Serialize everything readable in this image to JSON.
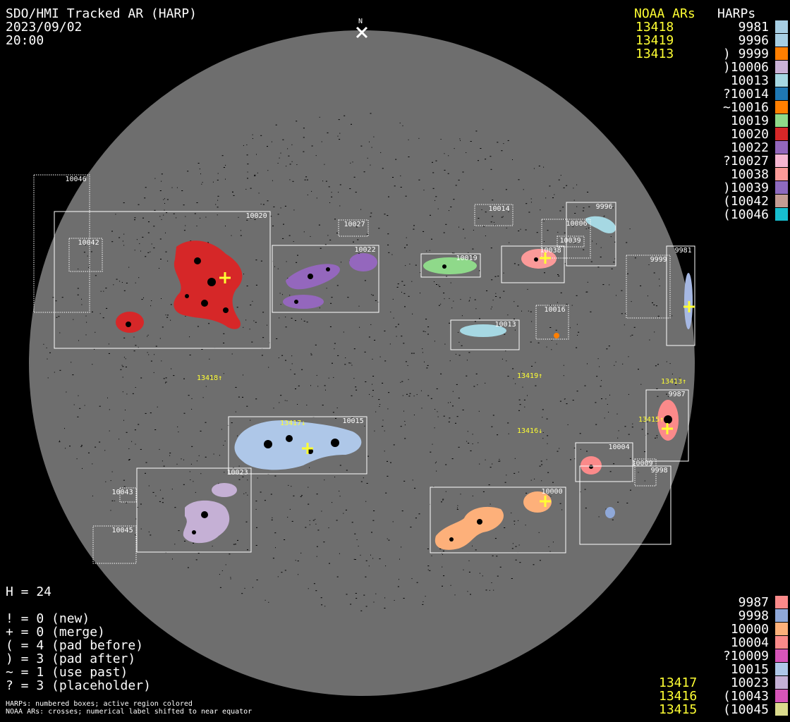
{
  "header": {
    "title": "SDO/HMI Tracked AR (HARP)",
    "date": "2023/09/02",
    "time": "20:00",
    "north_label": "N"
  },
  "legend_top": {
    "noaa_title": "NOAA ARs",
    "harps_title": "HARPs",
    "noaa": [
      "13418",
      "13419",
      "13413"
    ],
    "harps": [
      {
        "label": "9981",
        "color": "#a6cee3"
      },
      {
        "label": "9996",
        "color": "#a6cee3"
      },
      {
        "label": ") 9999",
        "color": "#ff7f00"
      },
      {
        "label": ")10006",
        "color": "#cab2d6"
      },
      {
        "label": "10013",
        "color": "#a6d8e3"
      },
      {
        "label": "?10014",
        "color": "#1f78b4"
      },
      {
        "label": "~10016",
        "color": "#ff7f00"
      },
      {
        "label": "10019",
        "color": "#8fd98a"
      },
      {
        "label": "10020",
        "color": "#d62728"
      },
      {
        "label": "10022",
        "color": "#9467bd"
      },
      {
        "label": "?10027",
        "color": "#f7b6d2"
      },
      {
        "label": "10038",
        "color": "#fb9a99"
      },
      {
        "label": ")10039",
        "color": "#8e6abf"
      },
      {
        "label": "(10042",
        "color": "#c49c94"
      },
      {
        "label": "(10046",
        "color": "#17becf"
      }
    ]
  },
  "legend_bottom": {
    "noaa": [
      "13417",
      "13416",
      "13415"
    ],
    "harps": [
      {
        "label": "9987",
        "color": "#fb8a8a"
      },
      {
        "label": "9998",
        "color": "#8fa8d8"
      },
      {
        "label": "10000",
        "color": "#fdb07a"
      },
      {
        "label": "10004",
        "color": "#fb8a8a"
      },
      {
        "label": "?10009",
        "color": "#d655b8"
      },
      {
        "label": "10015",
        "color": "#aec7e8"
      },
      {
        "label": "10023",
        "color": "#c5b0d5"
      },
      {
        "label": "(10043",
        "color": "#d655b8"
      },
      {
        "label": "(10045",
        "color": "#dbdb8d"
      }
    ]
  },
  "stats": {
    "h_count": "H = 24",
    "lines": [
      "! = 0 (new)",
      "+ = 0 (merge)",
      "( = 4 (pad before)",
      ") = 3 (pad after)",
      "~ = 1 (use past)",
      "? = 3 (placeholder)"
    ]
  },
  "footnote": [
    "HARPs: numbered boxes; active region colored",
    "NOAA ARs: crosses; numerical label shifted to near equator"
  ],
  "disk": {
    "harp_boxes": [
      {
        "label": "10046",
        "dotted": true
      },
      {
        "label": "10020",
        "dotted": false
      },
      {
        "label": "10042",
        "dotted": true
      },
      {
        "label": "10027",
        "dotted": true
      },
      {
        "label": "10022",
        "dotted": false
      },
      {
        "label": "10014",
        "dotted": true
      },
      {
        "label": "10019",
        "dotted": false
      },
      {
        "label": "10038",
        "dotted": false
      },
      {
        "label": "10006",
        "dotted": true
      },
      {
        "label": "10039",
        "dotted": true
      },
      {
        "label": "9996",
        "dotted": false
      },
      {
        "label": "9999",
        "dotted": true
      },
      {
        "label": "9981",
        "dotted": false
      },
      {
        "label": "10016",
        "dotted": true
      },
      {
        "label": "10013",
        "dotted": false
      },
      {
        "label": "9987",
        "dotted": false
      },
      {
        "label": "10015",
        "dotted": false
      },
      {
        "label": "10004",
        "dotted": false
      },
      {
        "label": "10009",
        "dotted": true
      },
      {
        "label": "9998",
        "dotted": false
      },
      {
        "label": "10023",
        "dotted": false
      },
      {
        "label": "10043",
        "dotted": true
      },
      {
        "label": "10045",
        "dotted": true
      },
      {
        "label": "10000",
        "dotted": false
      }
    ],
    "noaa_labels": [
      "13418↑",
      "13419↑",
      "13413↑",
      "13417↓",
      "13416↓",
      "13415↑"
    ]
  },
  "colors": {
    "disk": "#6e6e6e",
    "noaa": "#ffff33",
    "box": "#ffffff"
  }
}
